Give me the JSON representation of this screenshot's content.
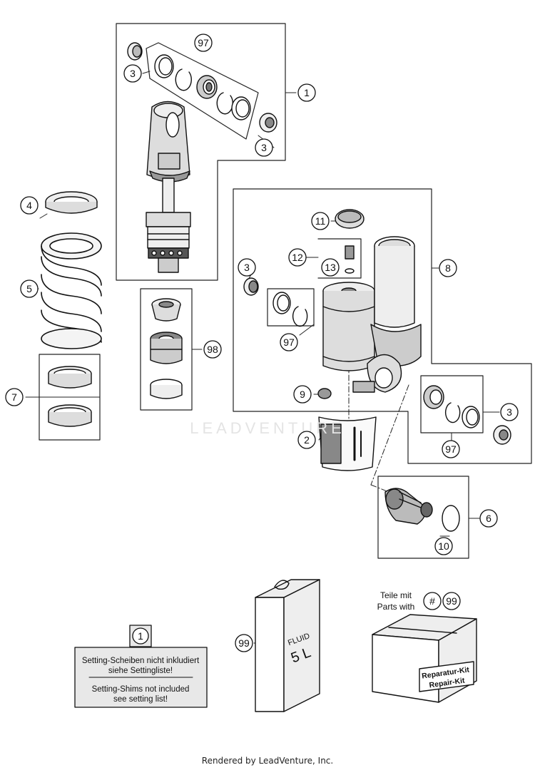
{
  "callouts": {
    "c1a": "1",
    "c1b": "1",
    "c2": "2",
    "c3a": "3",
    "c3b": "3",
    "c3c": "3",
    "c3d": "3",
    "c4": "4",
    "c5": "5",
    "c6": "6",
    "c7": "7",
    "c8": "8",
    "c9": "9",
    "c10": "10",
    "c11": "11",
    "c12": "12",
    "c13": "13",
    "c97a": "97",
    "c97b": "97",
    "c97c": "97",
    "c98": "98",
    "c99a": "99",
    "c99b": "99"
  },
  "note": {
    "de": [
      "Setting-Scheiben nicht inkludiert",
      "siehe Settingliste!"
    ],
    "en": [
      "Setting-Shims not included",
      "see setting list!"
    ]
  },
  "parts_with": {
    "line1": "Teile mit",
    "line2": "Parts with",
    "hash": "#"
  },
  "fluid_can": {
    "label": "FLUID",
    "volume": "5 L"
  },
  "repair_box": {
    "line1": "Reparatur-Kit",
    "line2": "Repair-Kit"
  },
  "watermark": "LEADVENTURE",
  "footer": "Rendered by LeadVenture, Inc."
}
